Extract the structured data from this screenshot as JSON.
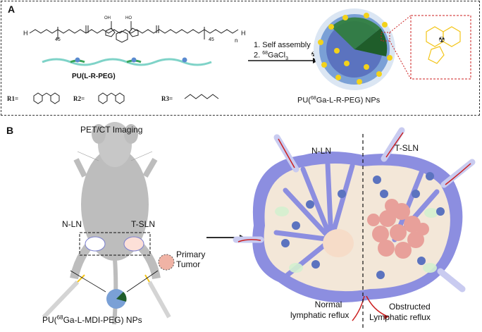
{
  "panel_a": {
    "letter": "A",
    "polymer_name": "PU(L-R-PEG)",
    "peg_repeat": "45",
    "peg_repeat_right": "45",
    "polymer_n": "n",
    "r_labels": [
      "R1=",
      "R2=",
      "R3="
    ],
    "step1": "1. Self assembly",
    "step2_prefix": "2. ",
    "step2_sup": "68",
    "step2_main": "GaCl",
    "step2_sub": "3",
    "np_label_prefix": "PU(",
    "np_label_sup": "68",
    "np_label_main": "Ga-L-R-PEG) NPs"
  },
  "panel_b": {
    "letter": "B",
    "imaging_label": "PET/CT  Imaging",
    "nln_left": "N-LN",
    "tsln_left": "T-SLN",
    "primary_tumor": "Primary\nTumor",
    "primary": "Primary",
    "tumor": "Tumor",
    "np_label_prefix": "PU(",
    "np_label_sup": "68",
    "np_label_main": "Ga-L-MDI-PEG) NPs",
    "nln_right": "N-LN",
    "tsln_right": "T-SLN",
    "normal_line1": "Normal",
    "normal_line2": "lymphatic reflux",
    "obstructed_line1": "Obstructed",
    "obstructed_line2": "Lymphatic reflux"
  },
  "colors": {
    "node_capsule": "#8c8ee0",
    "node_inner": "#f3e7d8",
    "tumor_cells": "#e8a09a",
    "vessel_red": "#cc1f1f",
    "radio_yellow": "#f3d21a",
    "np_shell": "#7aa0d6"
  }
}
